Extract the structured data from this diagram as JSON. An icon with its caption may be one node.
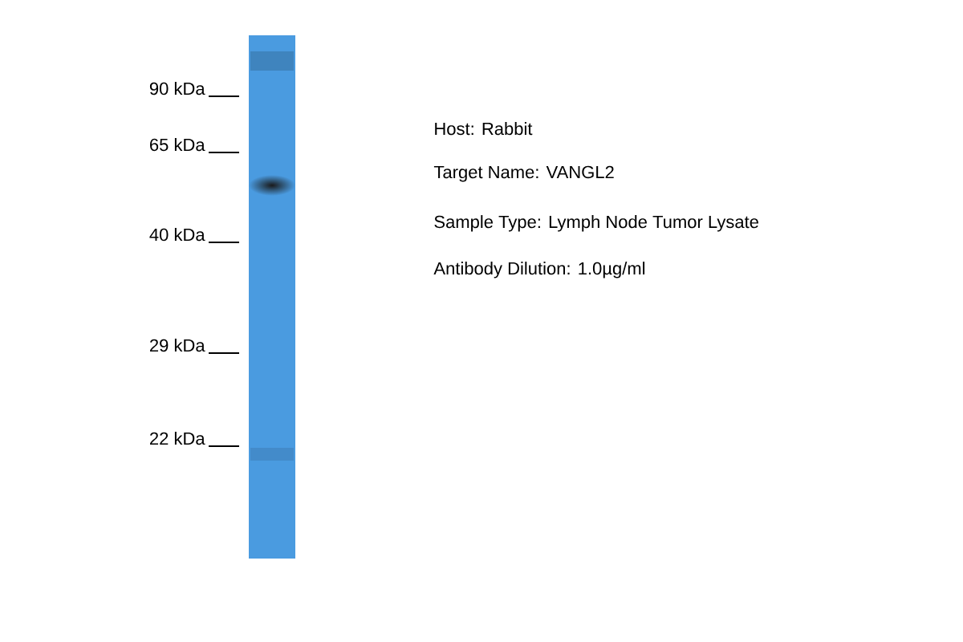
{
  "diagram": {
    "labels": [
      "90 kDa",
      "65 kDa",
      "40 kDa",
      "29 kDa",
      "22 kDa",
      "Host: Rabbit",
      "Target Name: VANGL2",
      "Sample Type: Lymph Node Tumor Lysate",
      "Antibody Dilution: 1.0µg/ml"
    ]
  }
}
